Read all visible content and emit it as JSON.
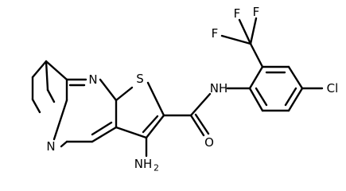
{
  "atoms": {
    "N_quinuclidine": "N",
    "N_pyridine": "N",
    "S_thiophene": "S",
    "NH_amide": "NH",
    "O_carbonyl": "O",
    "NH2_amino": "NH",
    "NH2_subscript": "2",
    "Cl": "Cl",
    "F_top_left": "F",
    "F_top_right": "F",
    "F_left": "F"
  },
  "colors": {
    "ink": "#000000",
    "background": "#ffffff"
  }
}
